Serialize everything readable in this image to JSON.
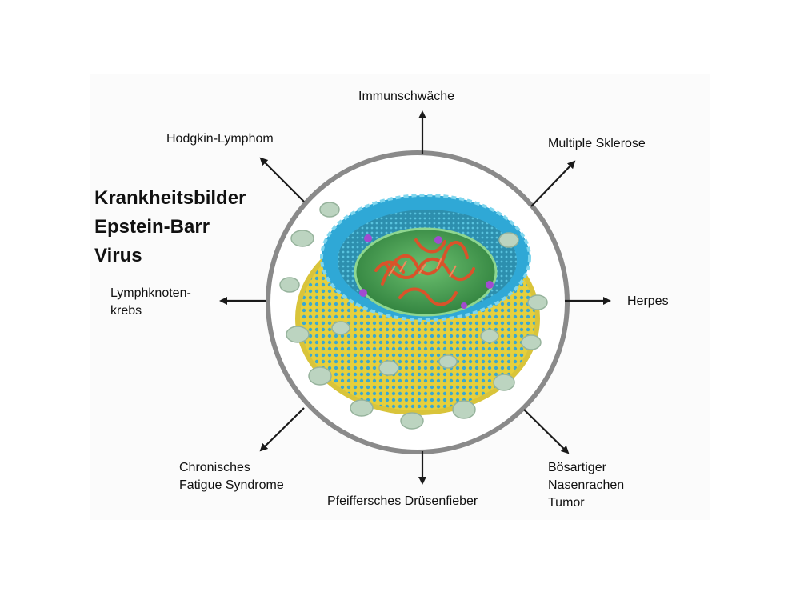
{
  "title": {
    "lines": [
      "Krankheitsbilder",
      "Epstein-Barr",
      "Virus"
    ]
  },
  "labels": {
    "immunschwaeche": "Immunschwäche",
    "hodgkin": "Hodgkin-Lymphom",
    "multiple_sklerose": "Multiple Sklerose",
    "lymphknoten": [
      "Lymphknoten-",
      "krebs"
    ],
    "herpes": "Herpes",
    "chronisches": [
      "Chronisches",
      "Fatigue Syndrome"
    ],
    "pfeiffersches": "Pfeiffersches Drüsenfieber",
    "boesartiger": [
      "Bösartiger",
      "Nasenrachen",
      "Tumor"
    ]
  },
  "colors": {
    "ring": "#8a8a8a",
    "arrow": "#1a1a1a",
    "envelope_yellow": "#e9d44a",
    "tegument_blue": "#3bb3d9",
    "capsid_green": "#3f9a4f",
    "dna_orange": "#d9532a",
    "glycoprotein": "#bcd4c0",
    "protein_purple": "#a24bd1"
  }
}
